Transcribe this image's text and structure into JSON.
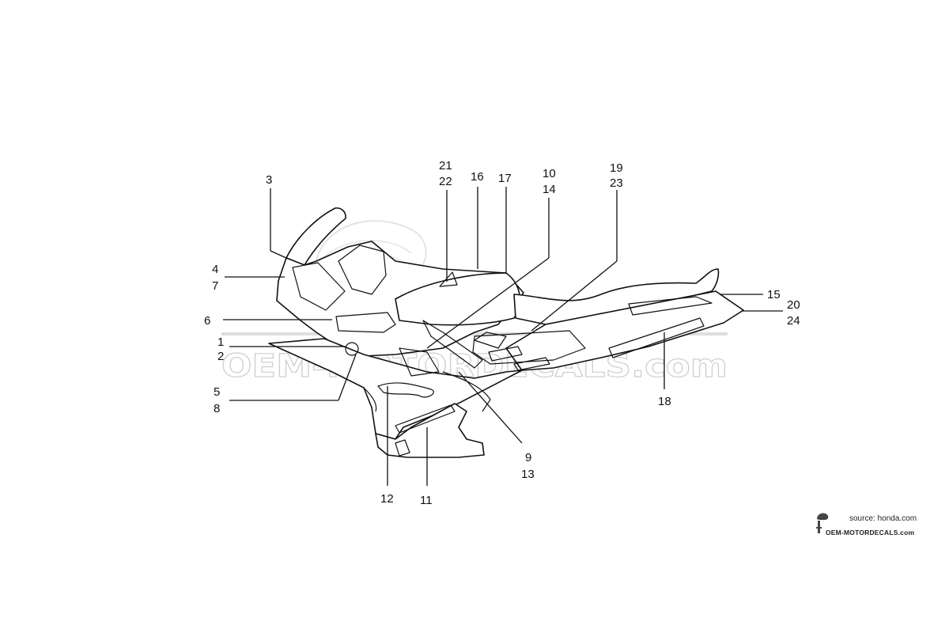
{
  "watermark": {
    "brand": "OEM-MOTORDECALS.com"
  },
  "callouts": [
    {
      "id": "c3",
      "lines": [
        "3"
      ]
    },
    {
      "id": "c4",
      "lines": [
        "4",
        "7"
      ]
    },
    {
      "id": "c6",
      "lines": [
        "6"
      ]
    },
    {
      "id": "c1",
      "lines": [
        "1",
        "2"
      ]
    },
    {
      "id": "c5",
      "lines": [
        "5",
        "8"
      ]
    },
    {
      "id": "c12",
      "lines": [
        "12"
      ]
    },
    {
      "id": "c11",
      "lines": [
        "11"
      ]
    },
    {
      "id": "c9",
      "lines": [
        "9",
        "13"
      ]
    },
    {
      "id": "c21",
      "lines": [
        "21",
        "22"
      ]
    },
    {
      "id": "c16",
      "lines": [
        "16"
      ]
    },
    {
      "id": "c17",
      "lines": [
        "17"
      ]
    },
    {
      "id": "c10",
      "lines": [
        "10",
        "14"
      ]
    },
    {
      "id": "c19",
      "lines": [
        "19",
        "23"
      ]
    },
    {
      "id": "c15",
      "lines": [
        "15"
      ]
    },
    {
      "id": "c20",
      "lines": [
        "20",
        "24"
      ]
    },
    {
      "id": "c18",
      "lines": [
        "18"
      ]
    }
  ],
  "credit": {
    "source": "source: honda.com",
    "site": "OEM-MOTORDECALS.com"
  }
}
